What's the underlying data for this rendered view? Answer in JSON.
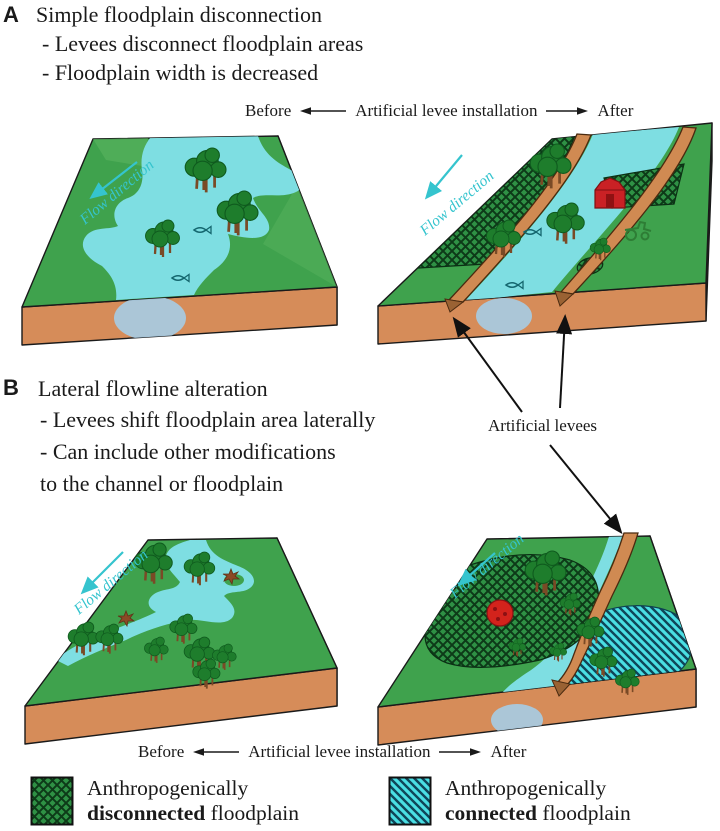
{
  "panel_a": {
    "letter": "A",
    "title": "Simple floodplain disconnection",
    "bullet1": "- Levees disconnect floodplain areas",
    "bullet2": "- Floodplain width is decreased"
  },
  "panel_b": {
    "letter": "B",
    "title": "Lateral flowline alteration",
    "bullet1": "- Levees shift floodplain area laterally",
    "bullet2": "- Can include other modifications",
    "bullet3": "to the channel or floodplain"
  },
  "captions": {
    "before": "Before",
    "label": "Artificial levee installation",
    "after": "After"
  },
  "annotations": {
    "artificial_levees": "Artificial levees",
    "flow_direction": "Flow direction"
  },
  "legend": {
    "disconnected": {
      "line1": "Anthropogenically",
      "bold": "disconnected",
      "rest": " floodplain"
    },
    "connected": {
      "line1": "Anthropogenically",
      "bold": "connected",
      "rest": " floodplain"
    }
  },
  "colors": {
    "surface_green": "#3FA24D",
    "surface_green_light": "#55B05C",
    "side_orange": "#D68C59",
    "side_orange_dark": "#C27942",
    "levee_orange": "#D08A52",
    "water": "#7EDEE2",
    "seep_blue": "#A9C9DE",
    "flow_accent": "#35C4CE",
    "tree_green": "#1E7D2C",
    "trunk_brown": "#7A4A26",
    "hatch_green_bg": "#2F9145",
    "hatch_green_line": "#0D3A18",
    "hatch_cyan_bg": "#4ADEE3",
    "hatch_cyan_line": "#0F4558",
    "barn_red": "#C92125",
    "bush_red": "#D3231C",
    "annotation_black": "#1A1A1A"
  }
}
